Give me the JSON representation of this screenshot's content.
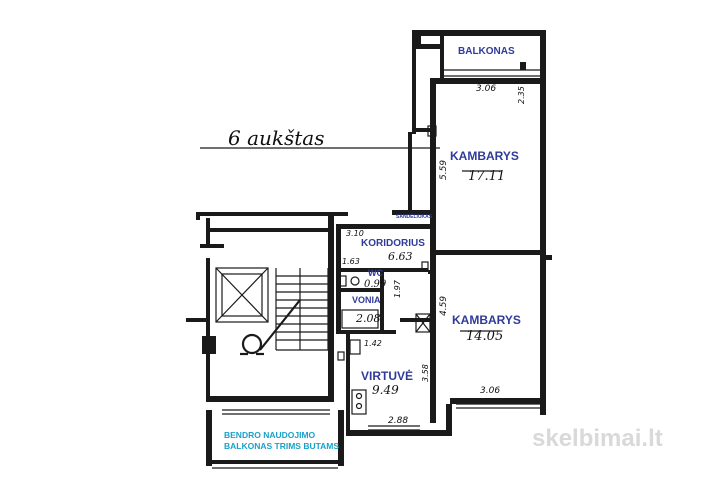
{
  "floor_label": "6 aukštas",
  "rooms": {
    "balcony_top": "BALKONAS",
    "room1_name": "KAMBARYS",
    "room1_area": "17.11",
    "room2_name": "KAMBARYS",
    "room2_area": "14.05",
    "corridor_name": "KORIDORIUS",
    "corridor_area": "6.63",
    "wc_name": "WC",
    "wc_area": "0.99",
    "bath_name": "VONIA",
    "bath_area": "2.08",
    "kitchen_name": "VIRTUVĖ",
    "kitchen_area": "9.49",
    "storage_name": "SANDĖLIUKAS",
    "shared_balcony_line1": "BENDRO NAUDOJIMO",
    "shared_balcony_line2": "BALKONAS TRIMS BUTAMS"
  },
  "dimensions": {
    "d_306_top": "3.06",
    "d_235": "2.35",
    "d_559": "5.59",
    "d_310": "3.10",
    "d_163": "1.63",
    "d_197": "1.97",
    "d_459": "4.59",
    "d_142": "1.42",
    "d_358": "3.58",
    "d_288": "2.88",
    "d_306_bottom": "3.06"
  },
  "watermark": "skelbimai.lt"
}
